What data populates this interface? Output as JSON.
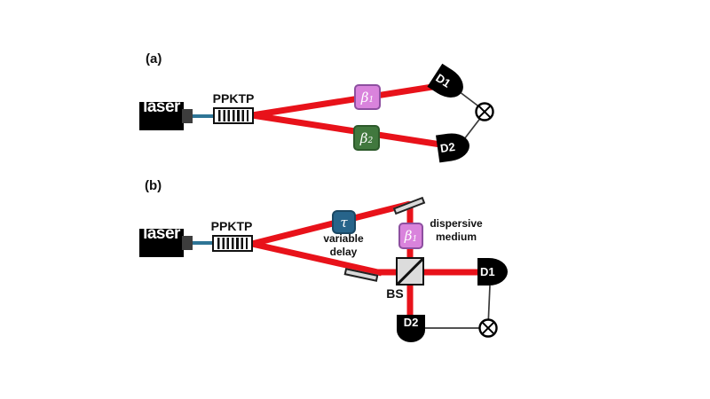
{
  "palette": {
    "beam": "#e8121a",
    "fiber": "#2e7596",
    "laser_body": "#000000",
    "connector": "#3d3d3d",
    "crystal_stripe": "#111111",
    "tau_fill": "#27648a",
    "tau_border": "#1a4763",
    "beta1_fill": "#d983dc",
    "beta1_border": "#8d4fa0",
    "beta2_fill": "#41783e",
    "beta2_border": "#2d5a2b",
    "optic_fill": "#d9d9d9",
    "optic_border": "#222222",
    "bs_fill": "#dcdcdc",
    "detector": "#000000",
    "wire": "#3a3a3a",
    "text": "#111111"
  },
  "panel_a": {
    "label": "(a)",
    "laser": "laser",
    "ppktp": "PPKTP",
    "beta1": {
      "sym": "β",
      "sub": "1"
    },
    "beta2": {
      "sym": "β",
      "sub": "2"
    },
    "d1": "D1",
    "d2": "D2"
  },
  "panel_b": {
    "label": "(b)",
    "laser": "laser",
    "ppktp": "PPKTP",
    "tau": "τ",
    "delay_caption": {
      "line1": "variable",
      "line2": "delay"
    },
    "beta1": {
      "sym": "β",
      "sub": "1"
    },
    "dispersive_caption": {
      "line1": "dispersive",
      "line2": "medium"
    },
    "bs": "BS",
    "d1": "D1",
    "d2": "D2"
  }
}
